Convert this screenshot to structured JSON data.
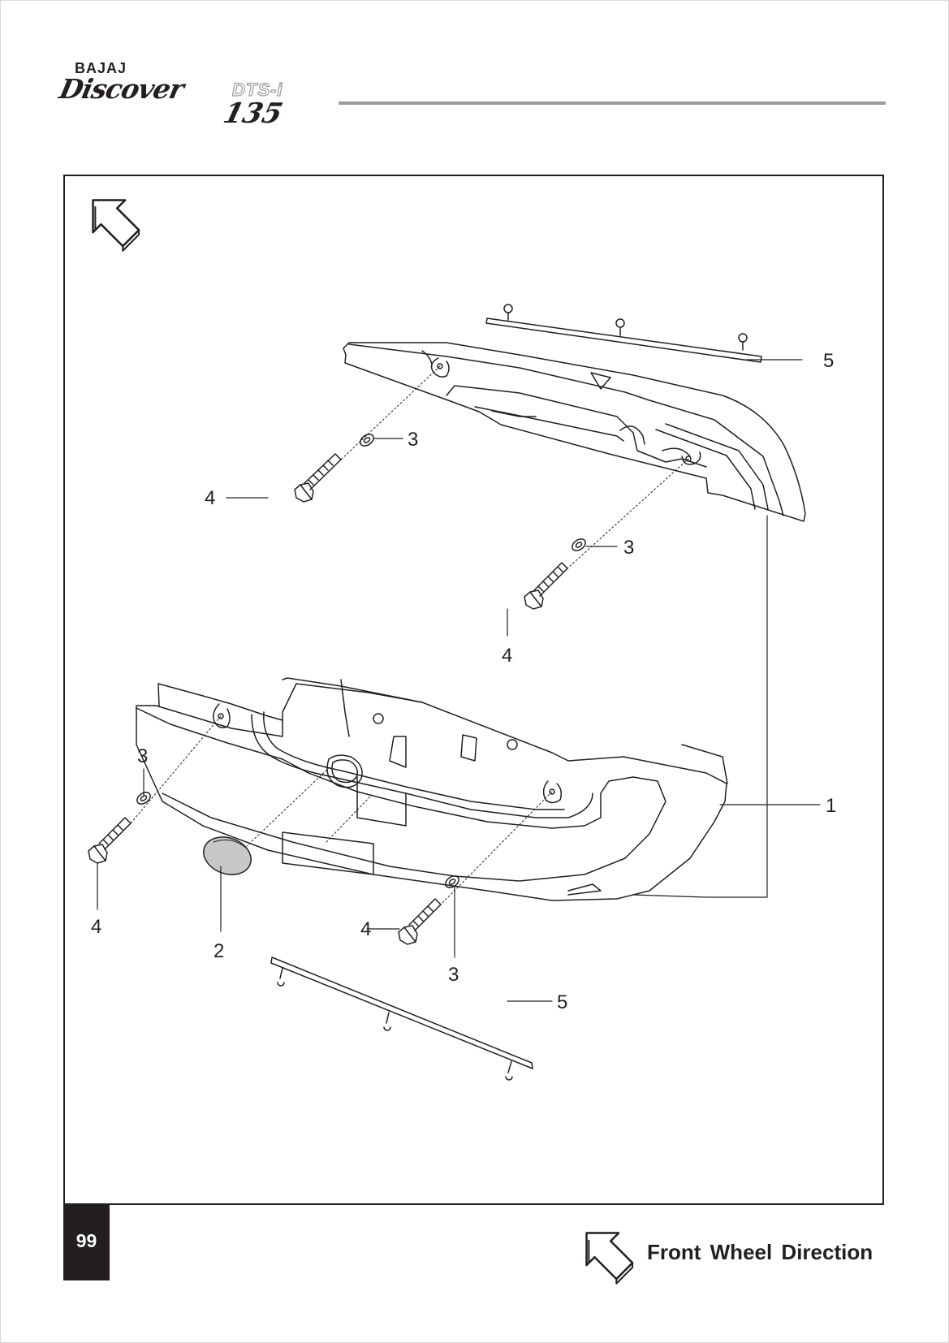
{
  "header": {
    "brand": "BAJAJ",
    "model": "Discover",
    "variant": "DTS-i",
    "engine": "135"
  },
  "diagram": {
    "direction_badge": "FWD",
    "icons": [
      "fwd-arrow-icon"
    ],
    "callouts": [
      "5",
      "3",
      "4",
      "3",
      "4",
      "3",
      "4",
      "2",
      "4",
      "3",
      "5",
      "1"
    ]
  },
  "footer": {
    "page_number": "99",
    "legend_badge": "FWD",
    "legend_text": "Front Wheel Direction"
  },
  "colors": {
    "ink": "#231f20",
    "rule": "#9b9b9b",
    "cap_fill": "#c8c8c8"
  }
}
